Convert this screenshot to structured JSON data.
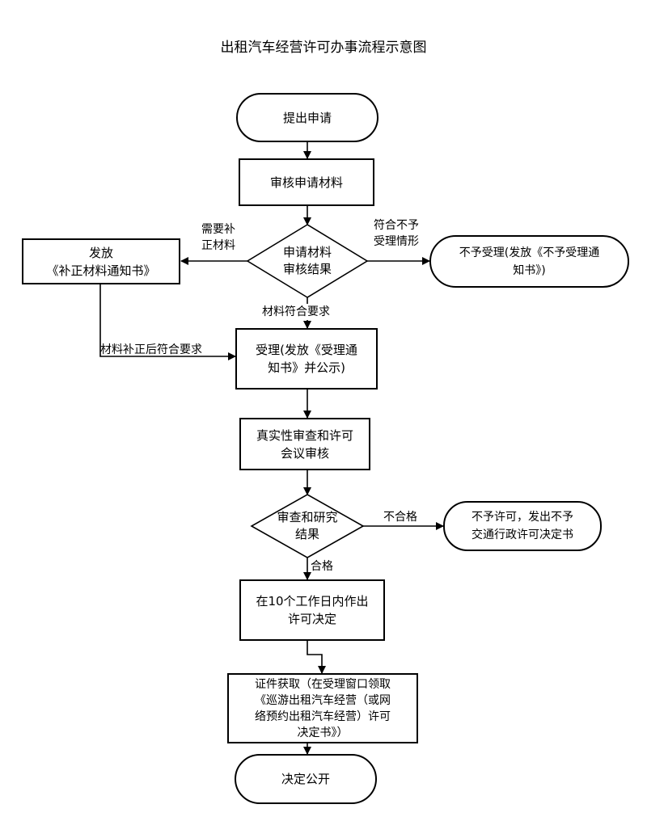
{
  "title": "出租汽车经营许可办事流程示意图",
  "nodes": {
    "start": "提出申请",
    "review_materials": "审核申请材料",
    "decision_materials": [
      "申请材料",
      "审核结果"
    ],
    "issue_correction": [
      "发放",
      "《补正材料通知书》"
    ],
    "reject_accept": [
      "不予受理(发放《不予受理通",
      "知书》)"
    ],
    "accept": [
      "受理(发放《受理通",
      "知书》并公示)"
    ],
    "authenticity_review": [
      "真实性审查和许可",
      "会议审核"
    ],
    "decision_review": [
      "审查和研究",
      "结果"
    ],
    "deny_license": [
      "不予许可，发出不予",
      "交通行政许可决定书"
    ],
    "decide_10days": [
      "在10个工作日内作出",
      "许可决定"
    ],
    "obtain_certificate": [
      "证件获取（在受理窗口领取",
      "《巡游出租汽车经营（或网",
      "络预约出租汽车经营）许可",
      "决定书》）"
    ],
    "publish": "决定公开"
  },
  "labels": {
    "need_correction": [
      "需要补",
      "正材料"
    ],
    "not_meet": [
      "符合不予",
      "受理情形"
    ],
    "materials_ok": "材料符合要求",
    "corrected_ok": "材料补正后符合要求",
    "unqualified": "不合格",
    "qualified": "合格"
  }
}
